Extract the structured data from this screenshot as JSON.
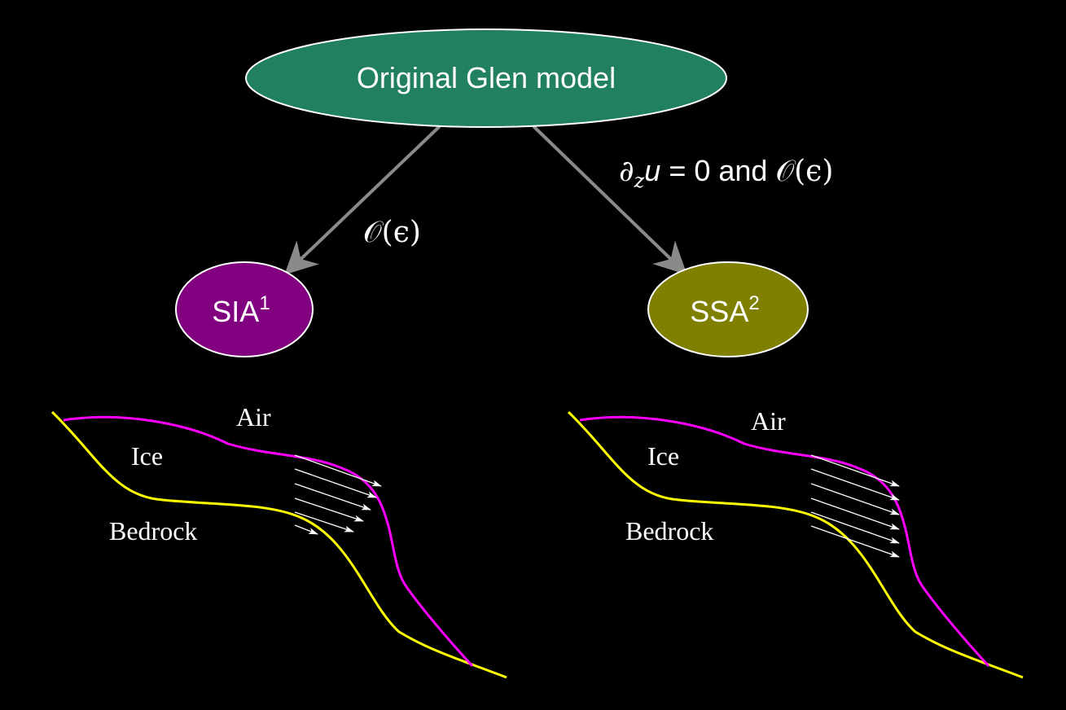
{
  "top_node": {
    "label": "Original Glen model",
    "color": "#208060"
  },
  "left_node": {
    "label": "SIA",
    "sup": "1",
    "color": "#800080"
  },
  "right_node": {
    "label": "SSA",
    "sup": "2",
    "color": "#808000"
  },
  "edge_left_label": {
    "text": "𝒪(ϵ)"
  },
  "edge_right_label": {
    "prefix": "∂",
    "sub": "z",
    "var": "u",
    "rest": " = 0 and ",
    "tail": "𝒪(ϵ)"
  },
  "left_panel": {
    "air": "Air",
    "ice": "Ice",
    "bedrock": "Bedrock"
  },
  "right_panel": {
    "air": "Air",
    "ice": "Ice",
    "bedrock": "Bedrock"
  },
  "colors": {
    "surface": "#ff00ff",
    "bed": "#ffff00",
    "edge": "#8a8a8a",
    "arrows": "#ffffff",
    "node_stroke": "#ffffff"
  }
}
